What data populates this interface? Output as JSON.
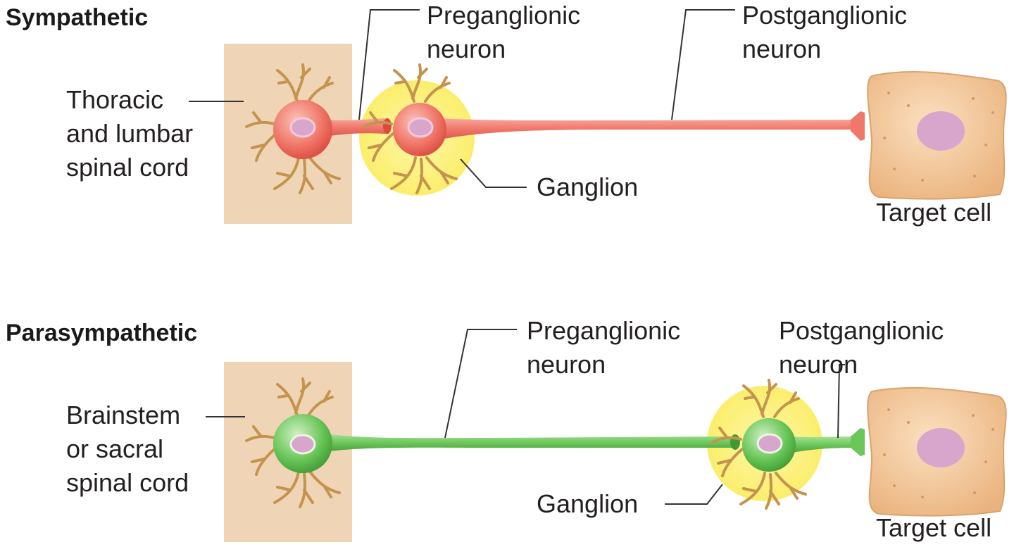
{
  "colors": {
    "cord": "#efd5b6",
    "ganglion": "#fbee6c",
    "sympathetic_neuron": "#f0786a",
    "parasympathetic_neuron": "#6cc75a",
    "dendrite": "#c4944e",
    "target_cell": "#f5c996",
    "nucleus": "#d8a6cc"
  },
  "sympathetic": {
    "title": "Sympathetic",
    "origin": [
      "Thoracic",
      "and lumbar",
      "spinal cord"
    ],
    "preganglionic": [
      "Preganglionic",
      "neuron"
    ],
    "postganglionic": [
      "Postganglionic",
      "neuron"
    ],
    "ganglion": "Ganglion",
    "target": "Target cell"
  },
  "parasympathetic": {
    "title": "Parasympathetic",
    "origin": [
      "Brainstem",
      "or sacral",
      "spinal cord"
    ],
    "preganglionic": [
      "Preganglionic",
      "neuron"
    ],
    "postganglionic": [
      "Postganglionic",
      "neuron"
    ],
    "ganglion": "Ganglion",
    "target": "Target cell"
  }
}
